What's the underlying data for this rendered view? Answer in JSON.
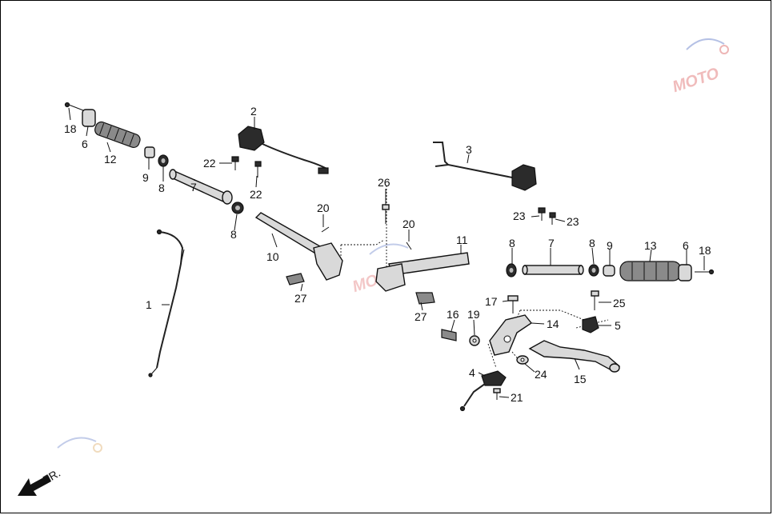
{
  "diagram": {
    "callouts": [
      "1",
      "2",
      "3",
      "4",
      "5",
      "6",
      "6",
      "7",
      "7",
      "8",
      "8",
      "8",
      "8",
      "9",
      "9",
      "10",
      "11",
      "12",
      "13",
      "14",
      "15",
      "16",
      "17",
      "18",
      "18",
      "19",
      "20",
      "20",
      "21",
      "22",
      "22",
      "23",
      "23",
      "24",
      "25",
      "26",
      "27",
      "27"
    ],
    "direction_label": "FR.",
    "watermark": "MOTO"
  }
}
